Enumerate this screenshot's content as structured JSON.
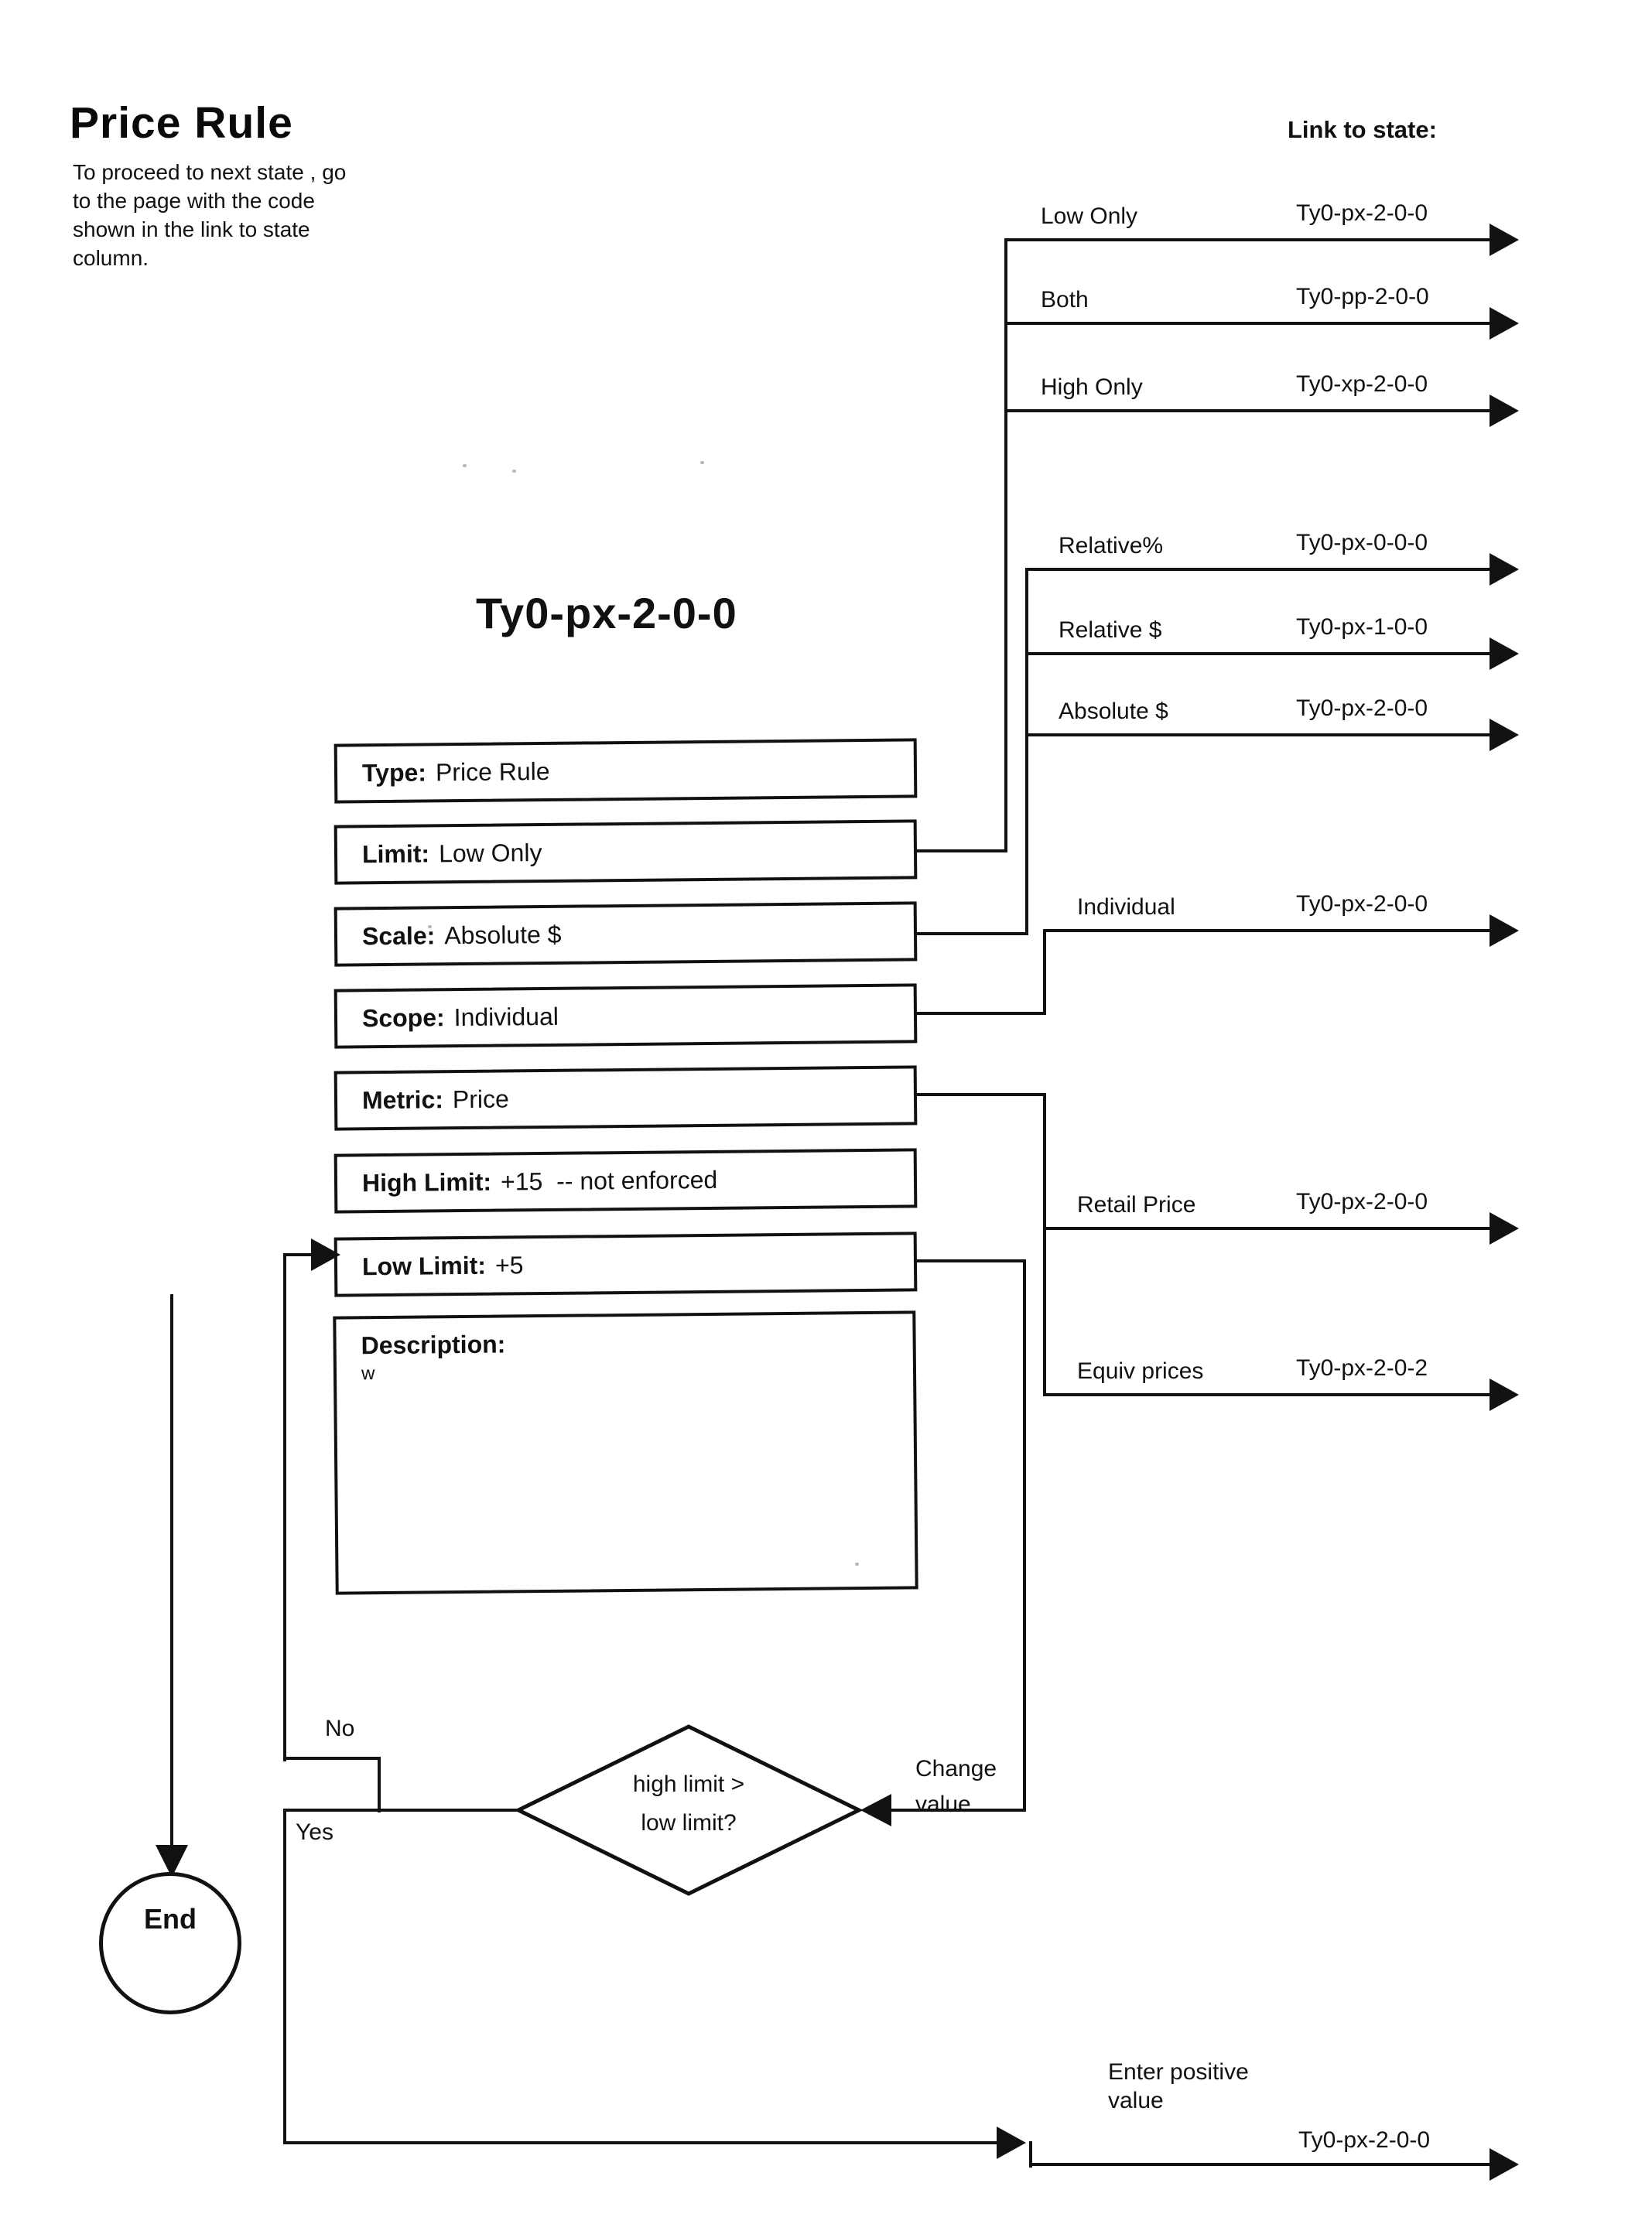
{
  "header": {
    "title": "Price Rule",
    "instructions_lines": [
      "To proceed to next state , go",
      "to the page with the code",
      "shown in the link to state",
      "column."
    ],
    "link_column_header": "Link to state:"
  },
  "state": {
    "code": "Ty0-px-2-0-0"
  },
  "attributes": [
    {
      "label": "Type:",
      "value": "Price Rule"
    },
    {
      "label": "Limit:",
      "value": "Low Only"
    },
    {
      "label": "Scale:",
      "value": "Absolute $"
    },
    {
      "label": "Scope:",
      "value": "Individual"
    },
    {
      "label": "Metric:",
      "value": "Price"
    },
    {
      "label": "High Limit:",
      "value": "+15  -- not enforced"
    },
    {
      "label": "Low Limit:",
      "value": "+5"
    },
    {
      "label": "Description:",
      "value": "w"
    }
  ],
  "transitions": [
    {
      "label": "Low Only",
      "code": "Ty0-px-2-0-0"
    },
    {
      "label": "Both",
      "code": "Ty0-pp-2-0-0"
    },
    {
      "label": "High Only",
      "code": "Ty0-xp-2-0-0"
    },
    {
      "label": "Relative%",
      "code": "Ty0-px-0-0-0"
    },
    {
      "label": "Relative $",
      "code": "Ty0-px-1-0-0"
    },
    {
      "label": "Absolute $",
      "code": "Ty0-px-2-0-0"
    },
    {
      "label": "Individual",
      "code": "Ty0-px-2-0-0"
    },
    {
      "label": "Retail Price",
      "code": "Ty0-px-2-0-0"
    },
    {
      "label": "Equiv prices",
      "code": "Ty0-px-2-0-2"
    },
    {
      "label": "Enter positive value",
      "code": "Ty0-px-2-0-0"
    }
  ],
  "decision": {
    "question_line1": "high limit >",
    "question_line2": "low limit?",
    "no_label": "No",
    "yes_label": "Yes",
    "change_label": "Change value"
  },
  "terminal": {
    "label": "End"
  },
  "colors": {
    "ink": "#111111",
    "paper": "#ffffff"
  }
}
